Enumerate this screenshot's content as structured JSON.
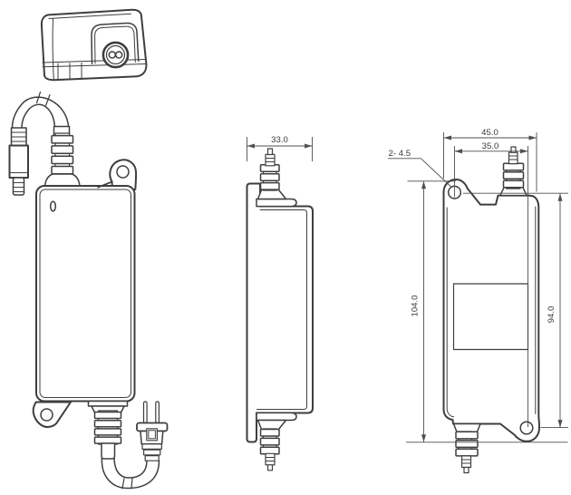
{
  "colors": {
    "background": "#ffffff",
    "line": "#3e3e3e",
    "dimension": "#4f4f4f",
    "text": "#3a3a3a"
  },
  "icons": {
    "power_inlet": "figure-8-c8-inlet-icon"
  },
  "dimensions": {
    "side_view_width": "33.0",
    "back_view_overall_width": "45.0",
    "back_view_hole_spacing": "35.0",
    "back_view_hole_callout": "2- 4.5",
    "back_view_overall_height": "104.0",
    "back_view_body_height": "94.0"
  }
}
